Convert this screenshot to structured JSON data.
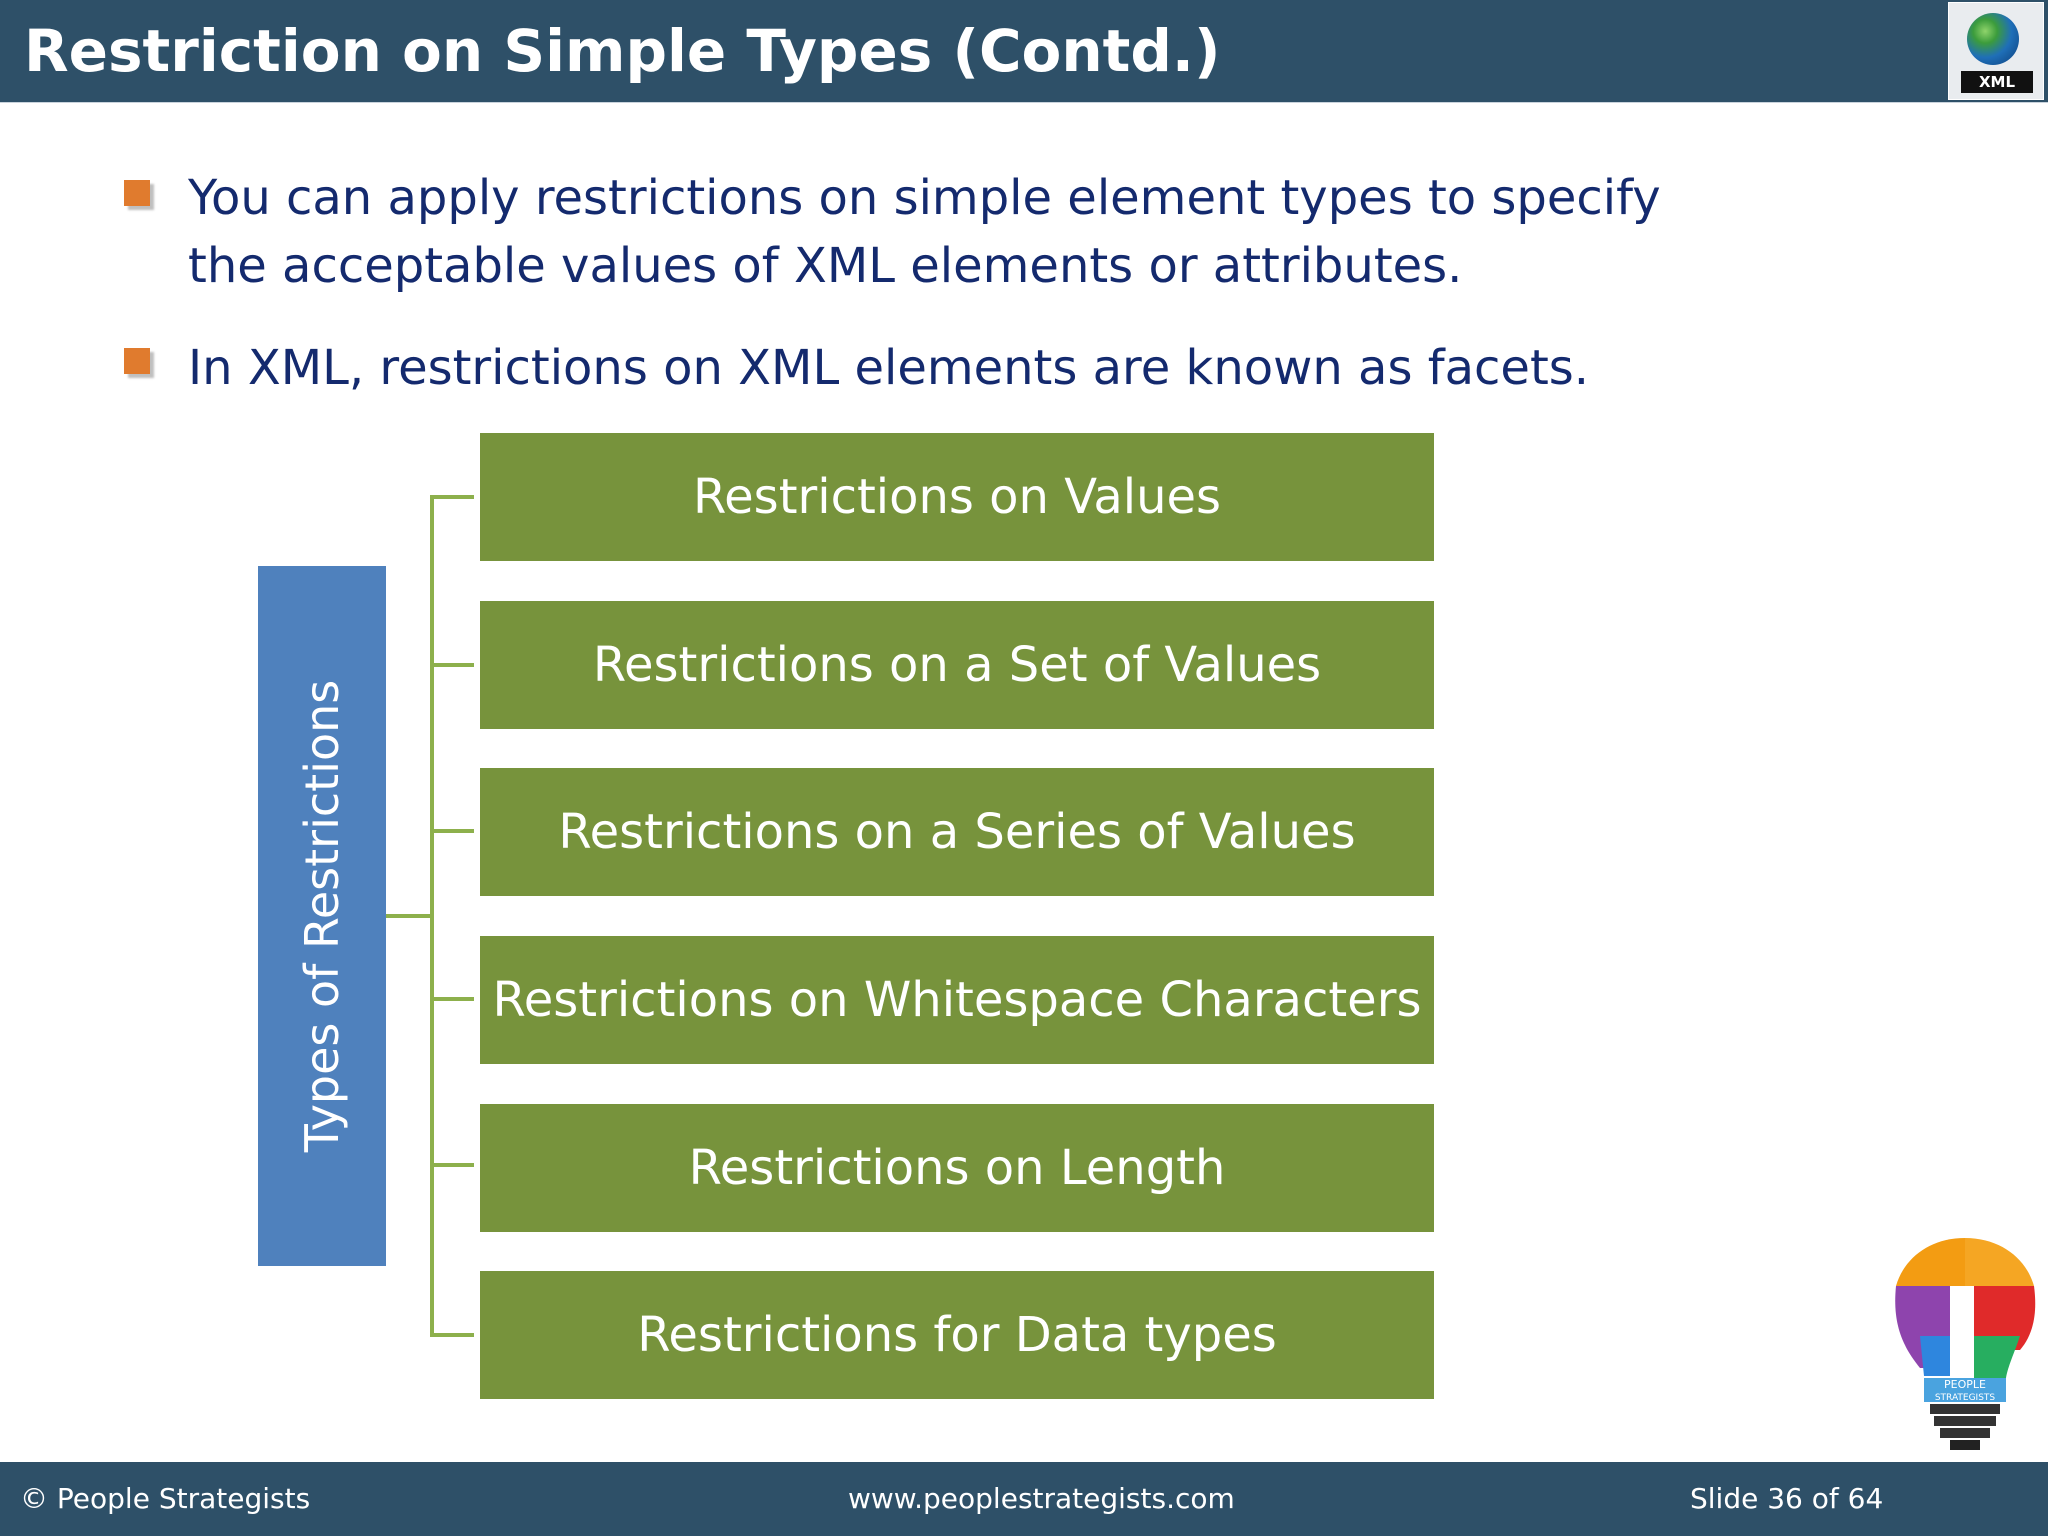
{
  "slide": {
    "title": "Restriction on Simple Types (Contd.)",
    "logo_text": "XML"
  },
  "bullets": [
    "You can apply restrictions on simple element types to specify the acceptable values of XML elements or attributes.",
    "In XML, restrictions on XML elements are known as facets."
  ],
  "diagram": {
    "root": "Types of Restrictions",
    "items": [
      "Restrictions on Values",
      "Restrictions on a Set of Values",
      "Restrictions on a Series of Values",
      "Restrictions on Whitespace Characters",
      "Restrictions on Length",
      "Restrictions for Data types"
    ]
  },
  "bulb_logo_text": [
    "PEOPLE",
    "STRATEGISTS"
  ],
  "footer": {
    "copyright": "© People Strategists",
    "website": "www.peoplestrategists.com",
    "slide_number": "Slide 36 of 64"
  },
  "colors": {
    "title_bar": "#2e5068",
    "bullet_text": "#142a6e",
    "bullet_marker": "#e07b2e",
    "root_box": "#4f81bd",
    "leaf_box": "#77933c",
    "connector": "#8db04c"
  }
}
